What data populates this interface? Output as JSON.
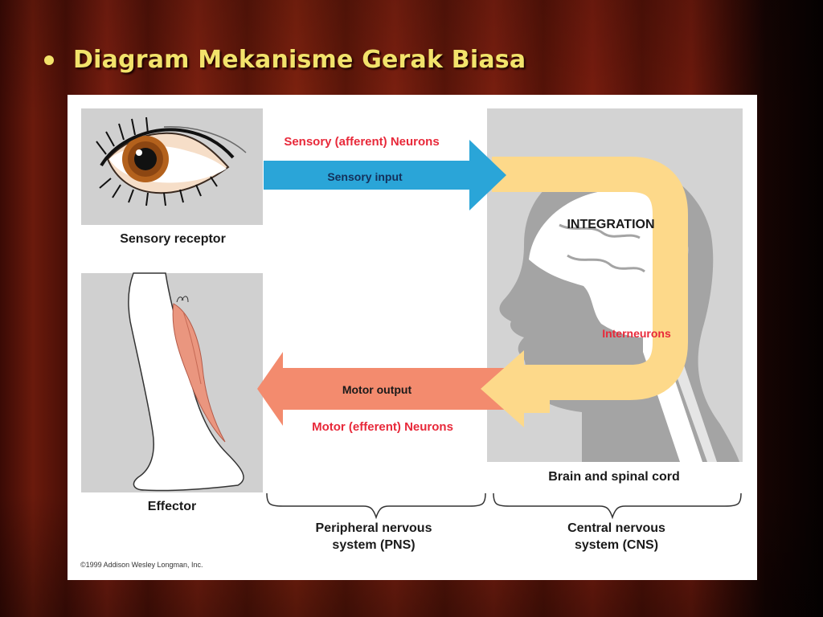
{
  "slide": {
    "title": "Diagram Mekanisme Gerak Biasa",
    "colors": {
      "title": "#f2e36b",
      "sensory_arrow": "#2aa5d8",
      "motor_arrow": "#f38b6e",
      "integration_path": "#fdd98a",
      "red_label": "#e8293a",
      "panel_gray": "#d0d0d0"
    }
  },
  "diagram": {
    "sensory_neurons": "Sensory (afferent) Neurons",
    "sensory_input": "Sensory input",
    "integration": "INTEGRATION",
    "interneurons": "Interneurons",
    "motor_output": "Motor output",
    "motor_neurons": "Motor (efferent) Neurons",
    "sensory_receptor": "Sensory receptor",
    "effector": "Effector",
    "brain_spinal": "Brain and spinal cord",
    "pns_line1": "Peripheral nervous",
    "pns_line2": "system (PNS)",
    "cns_line1": "Central nervous",
    "cns_line2": "system (CNS)",
    "copyright": "©1999 Addison Wesley Longman, Inc."
  }
}
